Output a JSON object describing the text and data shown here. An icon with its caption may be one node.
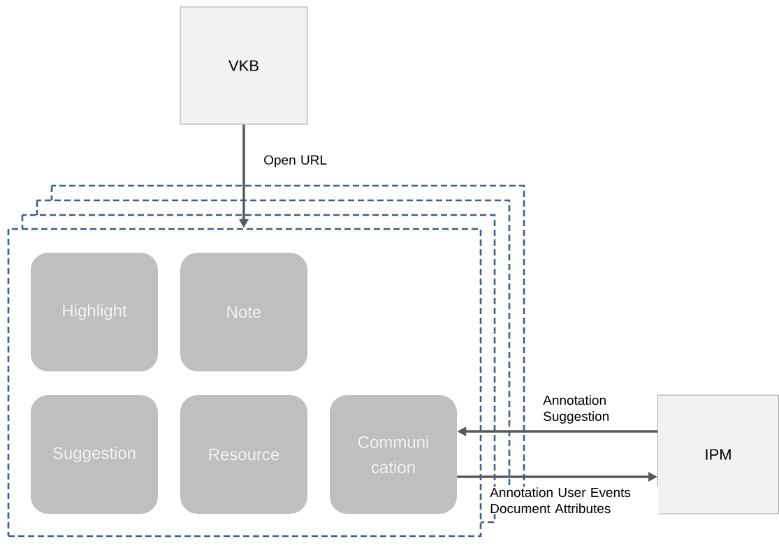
{
  "diagram": {
    "nodes": [
      {
        "text": [
          "VKB"
        ]
      },
      {
        "text": [],
        "shape": "box"
      },
      {
        "text": [
          "Highlight"
        ],
        "in": 1
      },
      {
        "text": [
          "Note"
        ],
        "in": 1
      },
      {
        "text": [
          "Suggestion"
        ],
        "in": 1
      },
      {
        "text": [
          "Resource"
        ],
        "in": 1
      },
      {
        "text": [
          "Communi cation"
        ],
        "in": 1
      },
      {
        "text": [
          "IPM"
        ]
      }
    ],
    "edges": [
      {
        "from": 0,
        "to": 1,
        "arrow": "to",
        "label": "Open URL"
      },
      {
        "from": 7,
        "to": 6,
        "arrow": "to",
        "label": "Annotation Suggestion"
      },
      {
        "from": 6,
        "to": 7,
        "arrow": "to",
        "label": "Annotation User Events Document Attributes"
      }
    ]
  }
}
